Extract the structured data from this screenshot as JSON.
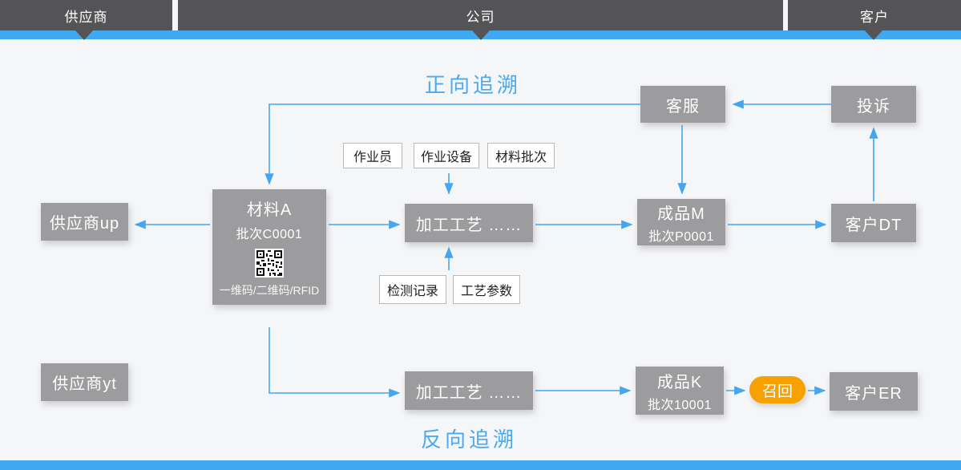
{
  "top_bar": {
    "segments": [
      {
        "label": "供应商"
      },
      {
        "label": "公司"
      },
      {
        "label": "客户"
      }
    ]
  },
  "titles": {
    "forward": "正向追溯",
    "backward": "反向追溯"
  },
  "nodes": {
    "customer_service": "客服",
    "complaint": "投诉",
    "supplier_up": "供应商up",
    "supplier_yt": "供应商yt",
    "material_a": {
      "name": "材料A",
      "batch": "批次C0001",
      "codes": "一维码/二维码/RFID"
    },
    "process_top": "加工工艺 ……",
    "process_bottom": "加工工艺 ……",
    "product_m": {
      "name": "成品M",
      "batch": "批次P0001"
    },
    "product_k": {
      "name": "成品K",
      "batch": "批次10001"
    },
    "customer_dt": "客户DT",
    "customer_er": "客户ER",
    "recall": "召回"
  },
  "tags": {
    "worker": "作业员",
    "equipment": "作业设备",
    "material_batch": "材料批次",
    "inspection_record": "检测记录",
    "process_params": "工艺参数"
  },
  "colors": {
    "bar_dark": "#545456",
    "band_blue": "#3fa8ef",
    "node_gray": "#9c9c9e",
    "arrow_blue": "#45a6ef",
    "title_blue": "#4aa9f1",
    "recall_orange": "#f7a100"
  }
}
